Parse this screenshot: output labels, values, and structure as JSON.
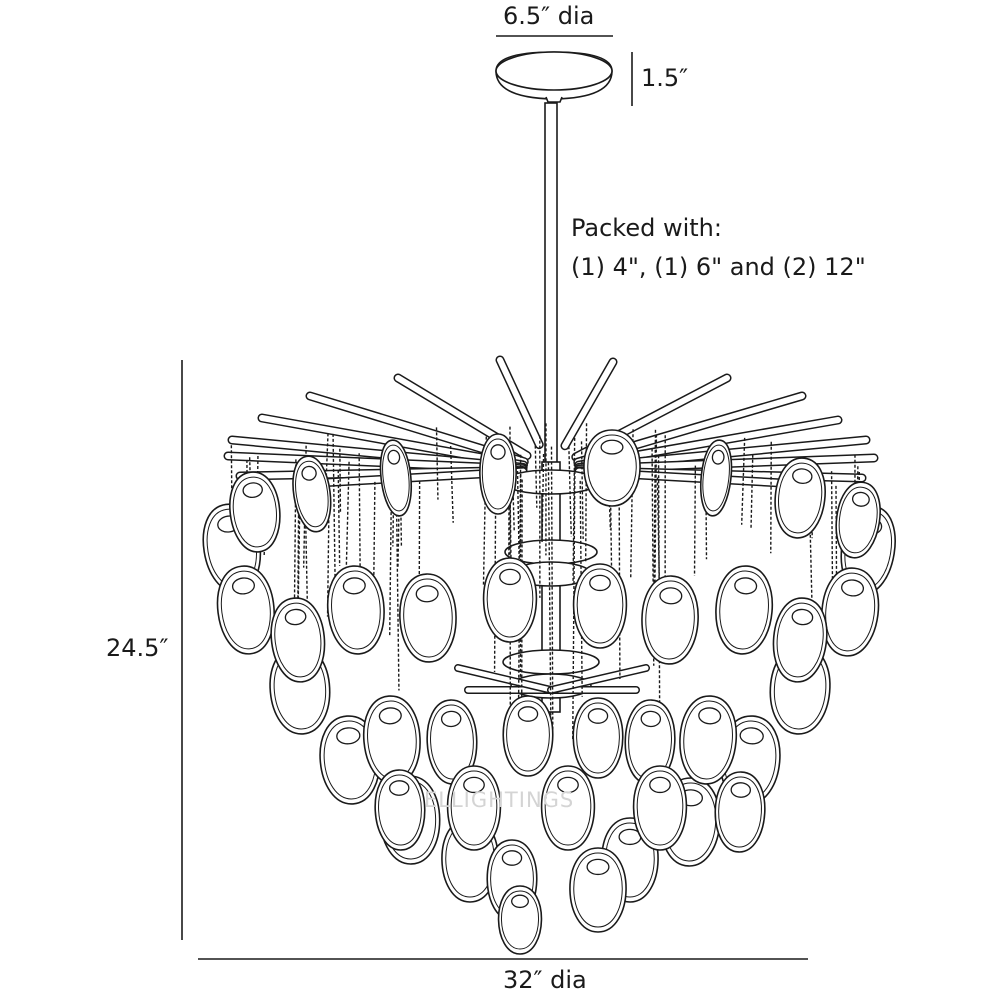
{
  "dimensions": {
    "canopy_diameter": "6.5″ dia",
    "canopy_height": "1.5″",
    "fixture_height": "24.5″",
    "fixture_diameter": "32″ dia"
  },
  "packing_note": {
    "line1": "Packed with:",
    "line2": "(1) 4\", (1) 6\" and (2) 12\""
  },
  "watermark": "ELLIGHTINGS",
  "colors": {
    "line": "#1a1a1a",
    "fill": "#ffffff",
    "watermark": "#d4d4d4"
  }
}
